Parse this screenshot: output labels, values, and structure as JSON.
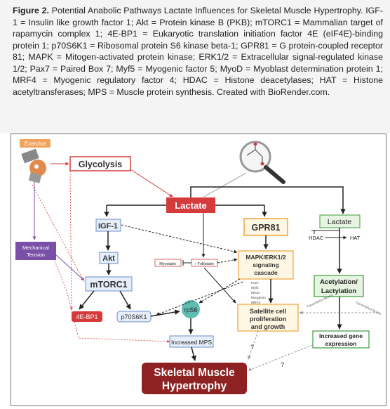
{
  "caption": {
    "label": "Figure 2.",
    "text": "Potential Anabolic Pathways Lactate Influences for Skeletal Muscle Hypertrophy. IGF-1 = Insulin like growth factor 1; Akt = Protein kinase B (PKB); mTORC1 = Mammalian target of rapamycin complex 1; 4E-BP1 = Eukaryotic translation initiation factor 4E (eIF4E)-binding protein 1; p70S6K1 = Ribosomal protein S6 kinase beta-1; GPR81 = G protein-coupled receptor 81; MAPK = Mitogen-activated protein kinase; ERK1/2 = Extracellular signal-regulated kinase 1/2; Pax7 = Paired Box 7; Myf5 = Myogenic factor 5; MyoD = Myoblast determination protein 1; MRF4 = Myogenic regulatory factor 4; HDAC = Histone deacetylases; HAT = Histone acetyltransferases; MPS = Muscle protein synthesis. Created with BioRender.com."
  },
  "diagram": {
    "exercise": "Exercise",
    "glycolysis": "Glycolysis",
    "lactate_main": "Lactate",
    "lactate_right": "Lactate",
    "igf1": "IGF-1",
    "akt": "Akt",
    "mtorc1": "mTORC1",
    "bp1": "4E-BP1",
    "p70": "p70S6K1",
    "rps6": "rpS6",
    "mps": "Increased MPS",
    "mech1": "Mechanical",
    "mech2": "Tension",
    "gpr81": "GPR81",
    "myostatin": "Myostatin",
    "follistatin": "↑ Follistatin",
    "mapk1": "MAPK/ERK1/2",
    "mapk2": "signaling",
    "mapk3": "cascade",
    "tf1": "Pax7",
    "tf2": "Myf5",
    "tf3": "MyoD",
    "tf4": "Myogenin",
    "tf5": "MRF4",
    "sat1": "Satellite cell",
    "sat2": "proliferation",
    "sat3": "and growth",
    "hdac": "HDAC",
    "hat": "HAT",
    "acet1": "Acetylation/",
    "acet2": "Lactylation",
    "transcription": "Transcription factors",
    "gene1": "Increased gene",
    "gene2": "expression",
    "q1": "?",
    "q2": "?",
    "hyper1": "Skeletal Muscle",
    "hyper2": "Hypertrophy"
  },
  "colors": {
    "red": "#d53b3b",
    "dark_red": "#8e2222",
    "blue_box": "#e5eefa",
    "blue_border": "#6b8fc8",
    "orange_border": "#f0a33a",
    "orange_fill": "#fff6e3",
    "green": "#3d9a3d",
    "green_fill": "#e6f4e1",
    "purple": "#7a4fa7",
    "teal": "#5fbcb3"
  }
}
